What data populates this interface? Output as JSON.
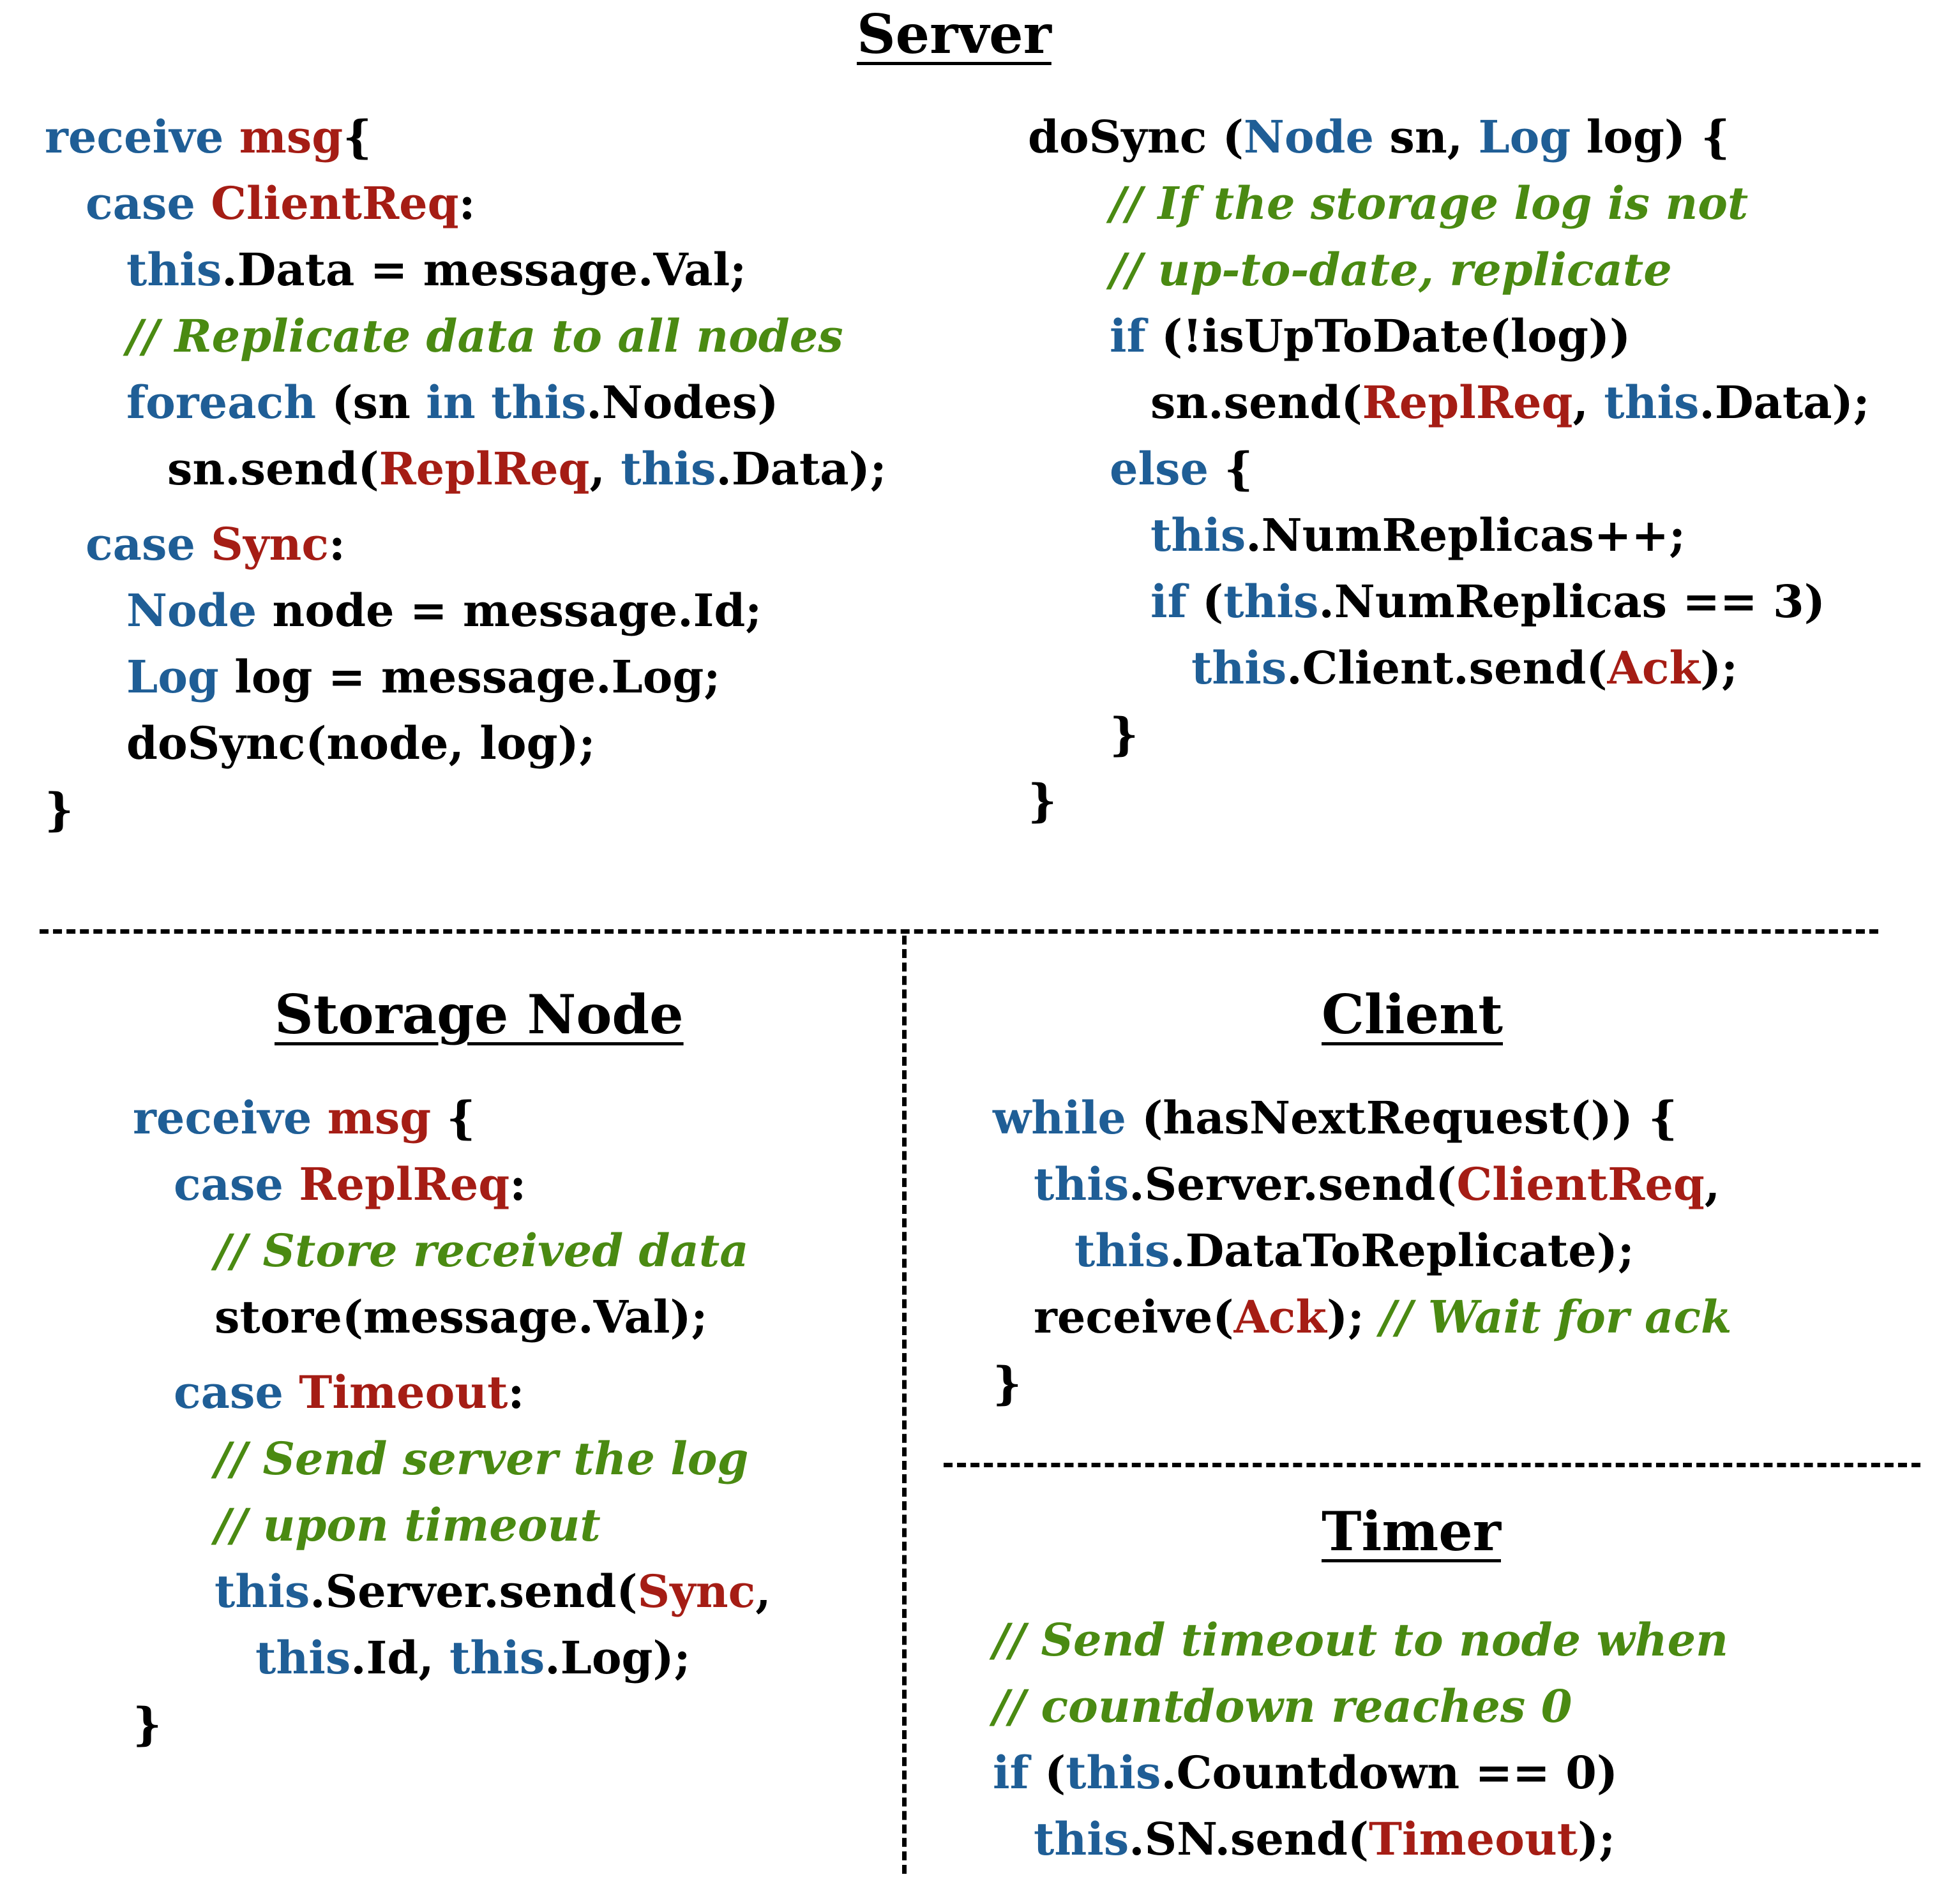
{
  "sections": {
    "server": "Server",
    "storage": "Storage Node",
    "client": "Client",
    "timer": "Timer"
  },
  "colors": {
    "keyword": "#1f5e96",
    "message": "#a51d15",
    "comment": "#4a8a12",
    "text": "#000000"
  },
  "server_left": [
    {
      "indent": 0,
      "gap": 0,
      "parts": [
        [
          "kw",
          "receive "
        ],
        [
          "msg",
          "msg"
        ],
        [
          "",
          "{"
        ]
      ]
    },
    {
      "indent": 1,
      "gap": 0,
      "parts": [
        [
          "kw",
          "case "
        ],
        [
          "msg",
          "ClientReq"
        ],
        [
          "",
          ":"
        ]
      ]
    },
    {
      "indent": 2,
      "gap": 0,
      "parts": [
        [
          "kw",
          "this"
        ],
        [
          "",
          ".Data = message.Val;"
        ]
      ]
    },
    {
      "indent": 2,
      "gap": 0,
      "parts": [
        [
          "cm",
          "// Replicate data to all nodes"
        ]
      ]
    },
    {
      "indent": 2,
      "gap": 0,
      "parts": [
        [
          "kw",
          "foreach "
        ],
        [
          "",
          "(sn "
        ],
        [
          "kw",
          "in this"
        ],
        [
          "",
          ".Nodes)"
        ]
      ]
    },
    {
      "indent": 3,
      "gap": 0,
      "parts": [
        [
          "",
          "sn.send("
        ],
        [
          "msg",
          "ReplReq"
        ],
        [
          "",
          ", "
        ],
        [
          "kw",
          "this"
        ],
        [
          "",
          ".Data);"
        ]
      ]
    },
    {
      "indent": 1,
      "gap": 14,
      "parts": [
        [
          "kw",
          "case "
        ],
        [
          "msg",
          "Sync"
        ],
        [
          "",
          ":"
        ]
      ]
    },
    {
      "indent": 2,
      "gap": 0,
      "parts": [
        [
          "kw",
          "Node "
        ],
        [
          "",
          "node = message.Id;"
        ]
      ]
    },
    {
      "indent": 2,
      "gap": 0,
      "parts": [
        [
          "kw",
          "Log "
        ],
        [
          "",
          "log = message.Log;"
        ]
      ]
    },
    {
      "indent": 2,
      "gap": 0,
      "parts": [
        [
          "",
          "doSync(node, log);"
        ]
      ]
    },
    {
      "indent": 0,
      "gap": 0,
      "parts": [
        [
          "",
          "}"
        ]
      ]
    }
  ],
  "server_right": [
    {
      "indent": 0,
      "gap": 0,
      "parts": [
        [
          "",
          "doSync ("
        ],
        [
          "kw",
          "Node "
        ],
        [
          "",
          "sn, "
        ],
        [
          "kw",
          "Log "
        ],
        [
          "",
          "log) {"
        ]
      ]
    },
    {
      "indent": 2,
      "gap": 0,
      "parts": [
        [
          "cm",
          "// If the storage log is not"
        ]
      ]
    },
    {
      "indent": 2,
      "gap": 0,
      "parts": [
        [
          "cm",
          "// up-to-date, replicate"
        ]
      ]
    },
    {
      "indent": 2,
      "gap": 0,
      "parts": [
        [
          "kw",
          "if "
        ],
        [
          "",
          "(!isUpToDate(log))"
        ]
      ]
    },
    {
      "indent": 3,
      "gap": 0,
      "parts": [
        [
          "",
          "sn.send("
        ],
        [
          "msg",
          "ReplReq"
        ],
        [
          "",
          ", "
        ],
        [
          "kw",
          "this"
        ],
        [
          "",
          ".Data);"
        ]
      ]
    },
    {
      "indent": 2,
      "gap": 0,
      "parts": [
        [
          "kw",
          "else "
        ],
        [
          "",
          "{"
        ]
      ]
    },
    {
      "indent": 3,
      "gap": 0,
      "parts": [
        [
          "kw",
          "this"
        ],
        [
          "",
          ".NumReplicas++;"
        ]
      ]
    },
    {
      "indent": 3,
      "gap": 0,
      "parts": [
        [
          "kw",
          "if "
        ],
        [
          "",
          "("
        ],
        [
          "kw",
          "this"
        ],
        [
          "",
          ".NumReplicas == 3)"
        ]
      ]
    },
    {
      "indent": 4,
      "gap": 0,
      "parts": [
        [
          "kw",
          "this"
        ],
        [
          "",
          ".Client.send("
        ],
        [
          "msg",
          "Ack"
        ],
        [
          "",
          ");"
        ]
      ]
    },
    {
      "indent": 2,
      "gap": 0,
      "parts": [
        [
          "",
          "}"
        ]
      ]
    },
    {
      "indent": 0,
      "gap": 0,
      "parts": [
        [
          "",
          "}"
        ]
      ]
    }
  ],
  "storage_node": [
    {
      "indent": 0,
      "gap": 0,
      "parts": [
        [
          "kw",
          "receive "
        ],
        [
          "msg",
          "msg "
        ],
        [
          "",
          "{"
        ]
      ]
    },
    {
      "indent": 1,
      "gap": 0,
      "parts": [
        [
          "kw",
          "case "
        ],
        [
          "msg",
          "ReplReq"
        ],
        [
          "",
          ":"
        ]
      ]
    },
    {
      "indent": 2,
      "gap": 0,
      "parts": [
        [
          "cm",
          "// Store received data"
        ]
      ]
    },
    {
      "indent": 2,
      "gap": 0,
      "parts": [
        [
          "",
          "store(message.Val);"
        ]
      ]
    },
    {
      "indent": 1,
      "gap": 14,
      "parts": [
        [
          "kw",
          "case "
        ],
        [
          "msg",
          "Timeout"
        ],
        [
          "",
          ":"
        ]
      ]
    },
    {
      "indent": 2,
      "gap": 0,
      "parts": [
        [
          "cm",
          "// Send server the log"
        ]
      ]
    },
    {
      "indent": 2,
      "gap": 0,
      "parts": [
        [
          "cm",
          "// upon timeout"
        ]
      ]
    },
    {
      "indent": 2,
      "gap": 0,
      "parts": [
        [
          "kw",
          "this"
        ],
        [
          "",
          ".Server.send("
        ],
        [
          "msg",
          "Sync"
        ],
        [
          "",
          ","
        ]
      ]
    },
    {
      "indent": 3,
      "gap": 0,
      "parts": [
        [
          "kw",
          "this"
        ],
        [
          "",
          ".Id, "
        ],
        [
          "kw",
          "this"
        ],
        [
          "",
          ".Log);"
        ]
      ]
    },
    {
      "indent": 0,
      "gap": 0,
      "parts": [
        [
          "",
          "}"
        ]
      ]
    }
  ],
  "client": [
    {
      "indent": 0,
      "gap": 0,
      "parts": [
        [
          "kw",
          "while "
        ],
        [
          "",
          "(hasNextRequest()) {"
        ]
      ]
    },
    {
      "indent": 1,
      "gap": 0,
      "parts": [
        [
          "kw",
          "this"
        ],
        [
          "",
          ".Server.send("
        ],
        [
          "msg",
          "ClientReq"
        ],
        [
          "",
          ","
        ]
      ]
    },
    {
      "indent": 2,
      "gap": 0,
      "parts": [
        [
          "kw",
          "this"
        ],
        [
          "",
          ".DataToReplicate);"
        ]
      ]
    },
    {
      "indent": 1,
      "gap": 0,
      "parts": [
        [
          "",
          "receive("
        ],
        [
          "msg",
          "Ack"
        ],
        [
          "",
          "); "
        ],
        [
          "cm",
          "// Wait for ack"
        ]
      ]
    },
    {
      "indent": 0,
      "gap": 0,
      "parts": [
        [
          "",
          "}"
        ]
      ]
    }
  ],
  "timer": [
    {
      "indent": 0,
      "gap": 0,
      "parts": [
        [
          "cm",
          "// Send timeout to node when"
        ]
      ]
    },
    {
      "indent": 0,
      "gap": 0,
      "parts": [
        [
          "cm",
          "// countdown reaches 0"
        ]
      ]
    },
    {
      "indent": 0,
      "gap": 0,
      "parts": [
        [
          "kw",
          "if "
        ],
        [
          "",
          "("
        ],
        [
          "kw",
          "this"
        ],
        [
          "",
          ".Countdown == 0)"
        ]
      ]
    },
    {
      "indent": 1,
      "gap": 0,
      "parts": [
        [
          "kw",
          "this"
        ],
        [
          "",
          ".SN.send("
        ],
        [
          "msg",
          "Timeout"
        ],
        [
          "",
          ");"
        ]
      ]
    }
  ]
}
